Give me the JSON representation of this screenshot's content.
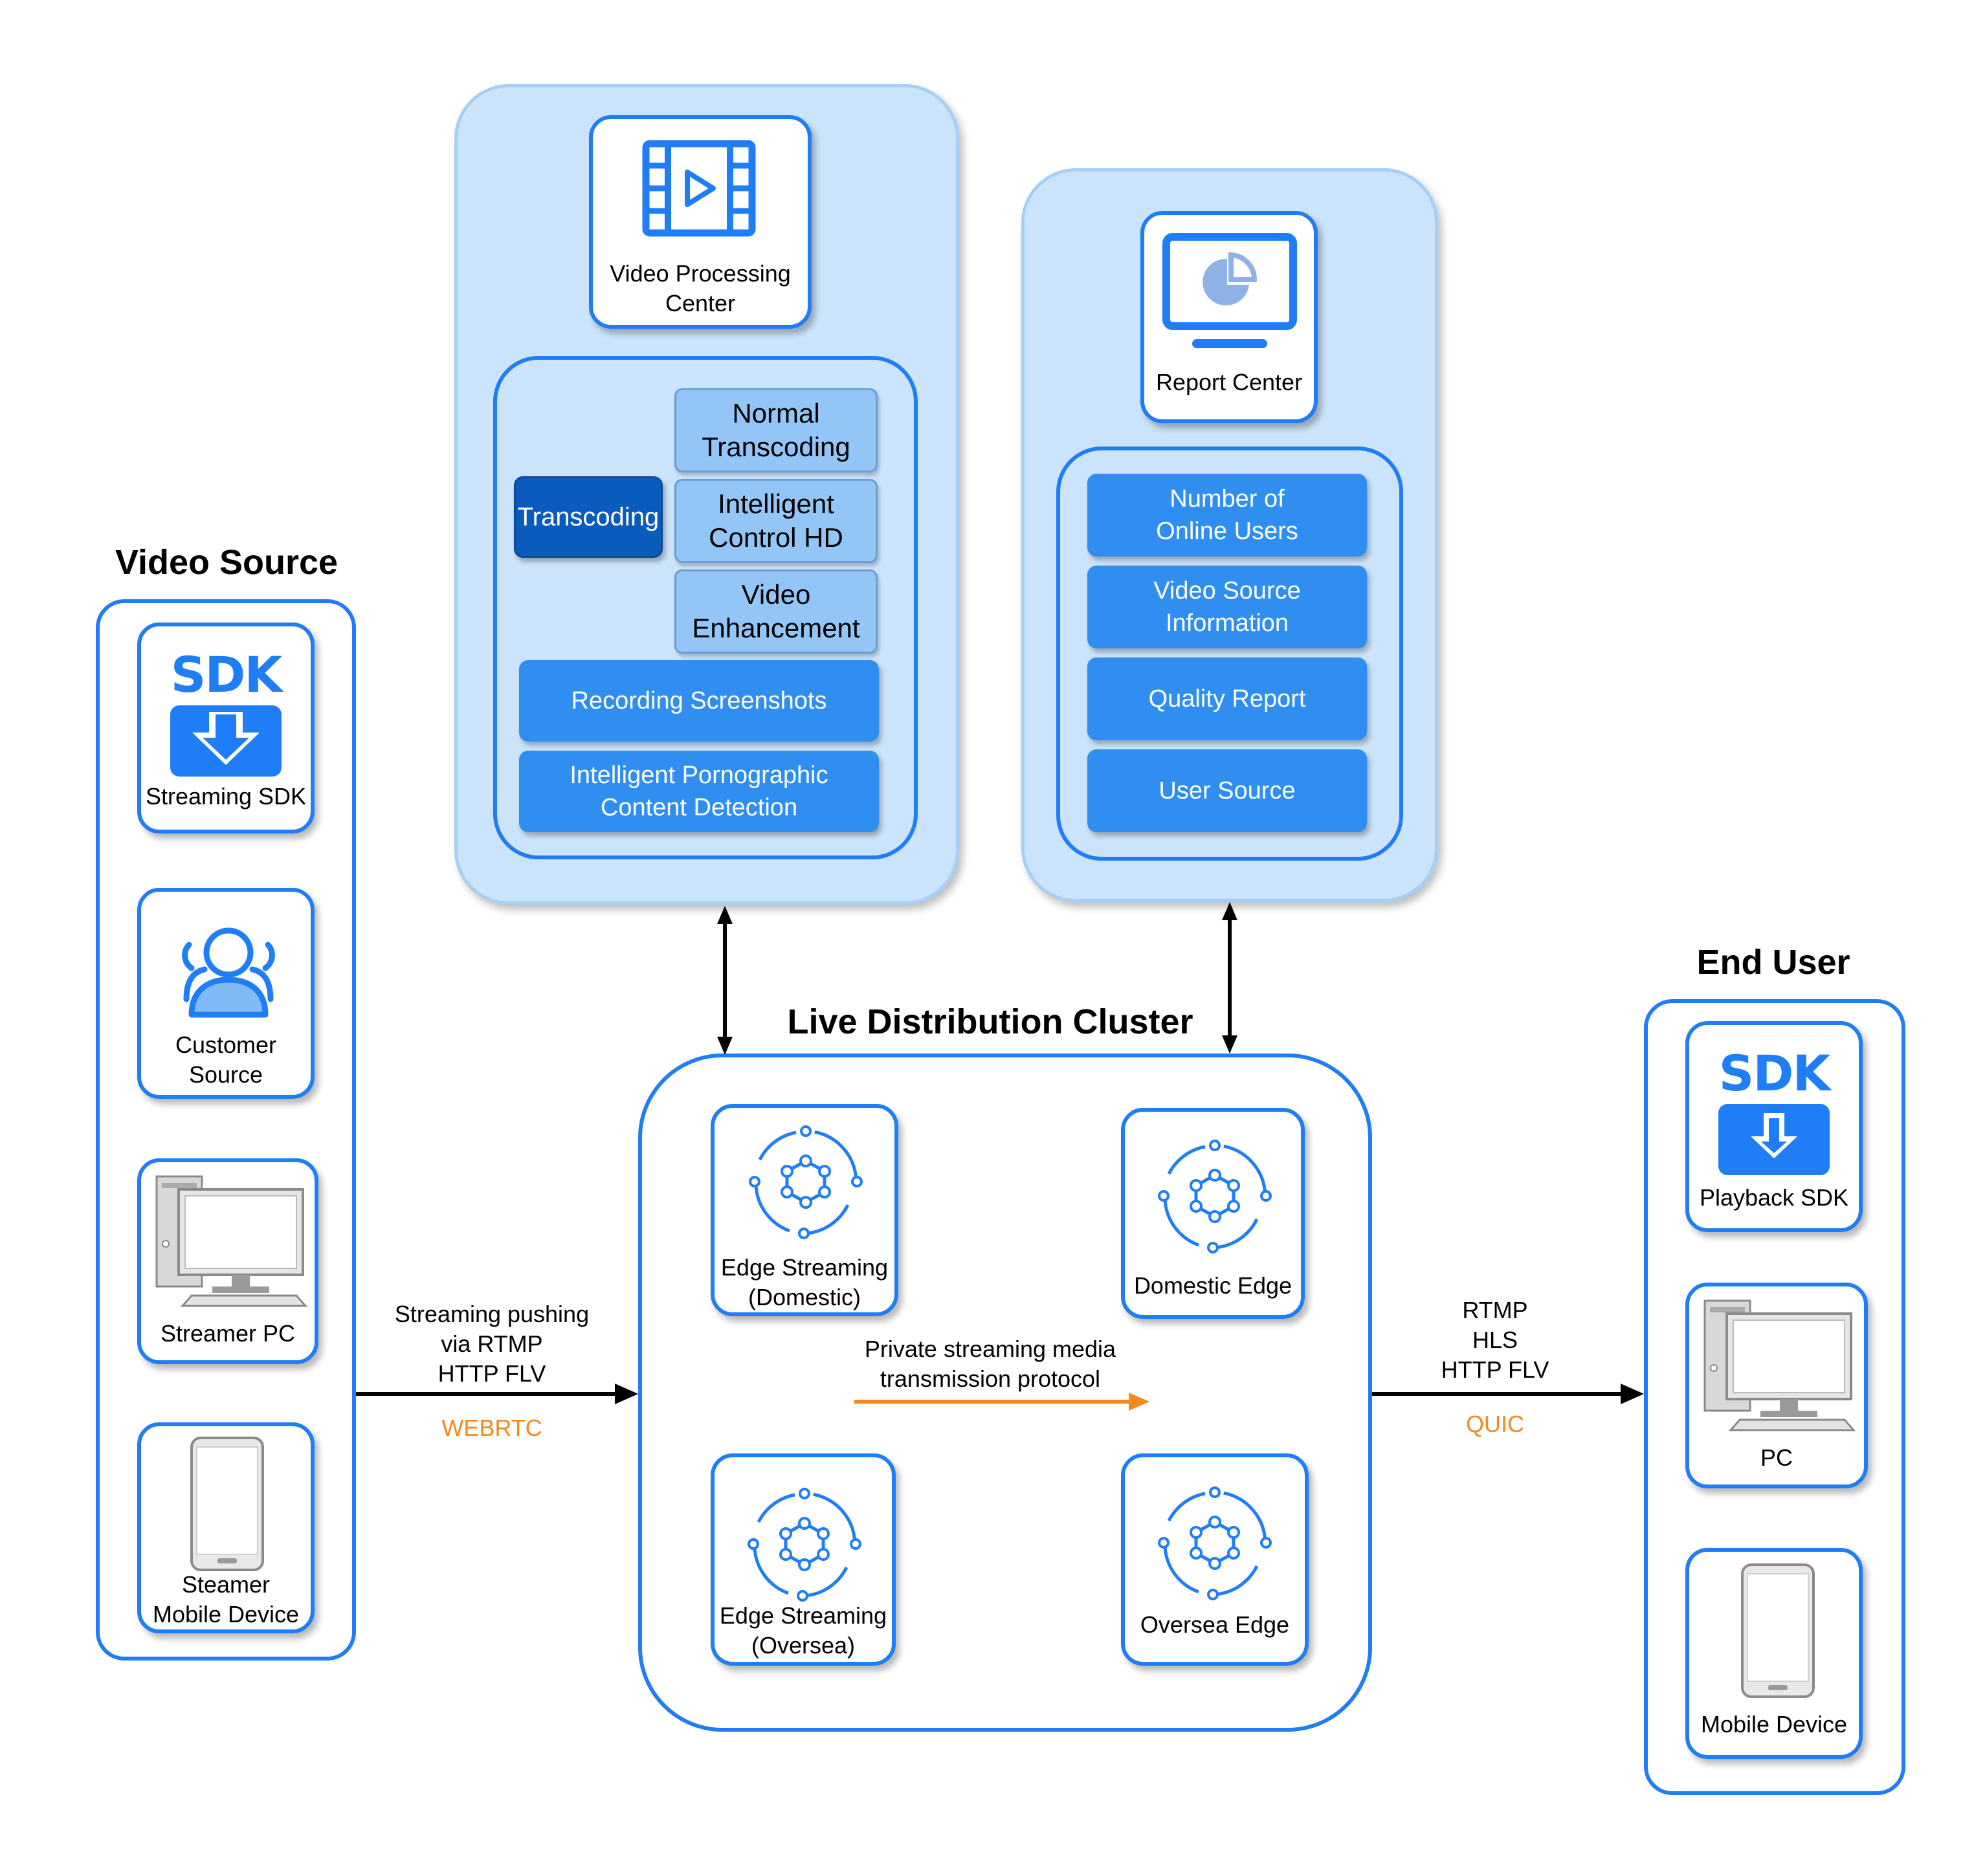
{
  "video_source": {
    "title": "Video Source",
    "items": [
      {
        "label": "Streaming SDK",
        "icon": "sdk-download-icon",
        "icon_text": "SDK"
      },
      {
        "label": "Customer\nSource",
        "icon": "users-icon"
      },
      {
        "label": "Streamer PC",
        "icon": "desktop-pc-icon"
      },
      {
        "label": "Steamer\nMobile Device",
        "icon": "mobile-phone-icon"
      }
    ]
  },
  "video_processing": {
    "title": "Video Processing\nCenter",
    "icon": "video-film-icon",
    "transcoding_label": "Transcoding",
    "transcoding_options": [
      "Normal\nTranscoding",
      "Intelligent\nControl HD",
      "Video\nEnhancement"
    ],
    "services": [
      "Recording Screenshots",
      "Intelligent Pornographic\nContent Detection"
    ]
  },
  "report_center": {
    "title": "Report Center",
    "icon": "monitor-chart-icon",
    "items": [
      "Number of\nOnline Users",
      "Video Source\nInformation",
      "Quality Report",
      "User Source"
    ]
  },
  "cluster": {
    "title": "Live Distribution Cluster",
    "nodes": [
      {
        "label": "Edge Streaming\n(Domestic)",
        "icon": "network-node-icon"
      },
      {
        "label": "Domestic Edge",
        "icon": "network-node-icon"
      },
      {
        "label": "Edge Streaming\n(Oversea)",
        "icon": "network-node-icon"
      },
      {
        "label": "Oversea Edge",
        "icon": "network-node-icon"
      }
    ],
    "internal_protocol": "Private streaming media\ntransmission protocol"
  },
  "ingest": {
    "protocols": "Streaming pushing\nvia RTMP\nHTTP FLV",
    "highlight": "WEBRTC"
  },
  "delivery": {
    "protocols": "RTMP\nHLS\nHTTP FLV",
    "highlight": "QUIC"
  },
  "end_user": {
    "title": "End User",
    "items": [
      {
        "label": "Playback SDK",
        "icon": "sdk-download-icon",
        "icon_text": "SDK"
      },
      {
        "label": "PC",
        "icon": "desktop-pc-icon"
      },
      {
        "label": "Mobile Device",
        "icon": "mobile-phone-icon"
      }
    ]
  },
  "colors": {
    "primary_blue": "#1f7ef5",
    "panel_fill": "#cce4fb",
    "button_blue": "#2f8ef0",
    "dark_blue": "#0a5bbd",
    "accent_orange": "#f28a1e"
  }
}
